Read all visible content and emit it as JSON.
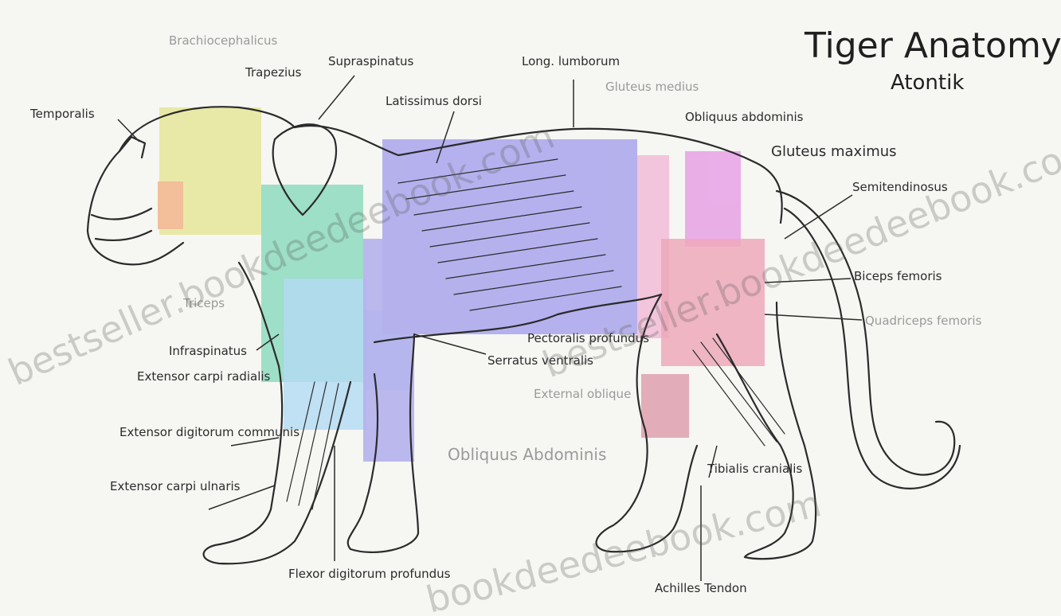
{
  "title": "Tiger Anatomy",
  "subtitle": "Atontik",
  "labels": {
    "temporalis": "Temporalis",
    "trapezius": "Trapezius",
    "supraspinatus": "Supraspinatus",
    "latissimus": "Latissimus dorsi",
    "long_muscle": "Long. lumborum",
    "obliquus": "Obliquus abdominis",
    "gluteus": "Gluteus maximus",
    "semitendinosus": "Semitendinosus",
    "biceps_femoris": "Biceps femoris",
    "quadriceps": "Quadriceps femoris",
    "infraspinatus": "Infraspinatus",
    "extensor_carpi_radialis": "Extensor carpi radialis",
    "extensor_digitorum": "Extensor digitorum communis",
    "extensor_carpi_ulnaris": "Extensor carpi ulnaris",
    "flexor_digitorum": "Flexor digitorum profundus",
    "pectoralis": "Pectoralis profundus",
    "serratus": "Serratus ventralis",
    "external_oblique": "External oblique",
    "tibialis": "Tibialis cranialis",
    "achilles": "Achilles Tendon"
  },
  "faint_labels": {
    "top_left_1": "Brachiocephalicus",
    "top_right_1": "Gluteus medius",
    "mid_1": "Triceps",
    "lower_1": "Obliquus Abdominis"
  },
  "watermarks": [
    "bestseller.bookdeedeebook.com",
    "bestseller.bookdeedeebook.com",
    "bookdeedeebook.com"
  ],
  "colors": {
    "ink": "#2b2b2b",
    "head_yellow": "#e6e79a",
    "cheek_orange": "#f3b58b",
    "shoulder_teal": "#8fdcc0",
    "forearm_blue": "#a7d6f2",
    "torso_purple": "#a9a5ec",
    "hind_pink": "#f2a9cf",
    "hip_magenta": "#e8a2e6",
    "thigh_rose": "#ec9cb2"
  }
}
